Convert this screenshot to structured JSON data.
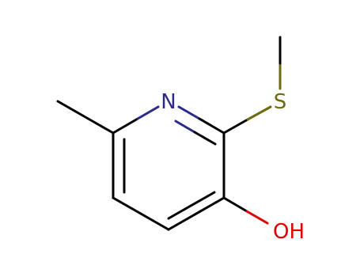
{
  "molecule": {
    "atoms": {
      "n": {
        "label": "N",
        "color": "#2a2a8a"
      },
      "s": {
        "label": "S",
        "color": "#6b6b0f"
      },
      "oh": {
        "label": "OH",
        "color": "#e00000"
      }
    },
    "bond_color": "#000000"
  }
}
